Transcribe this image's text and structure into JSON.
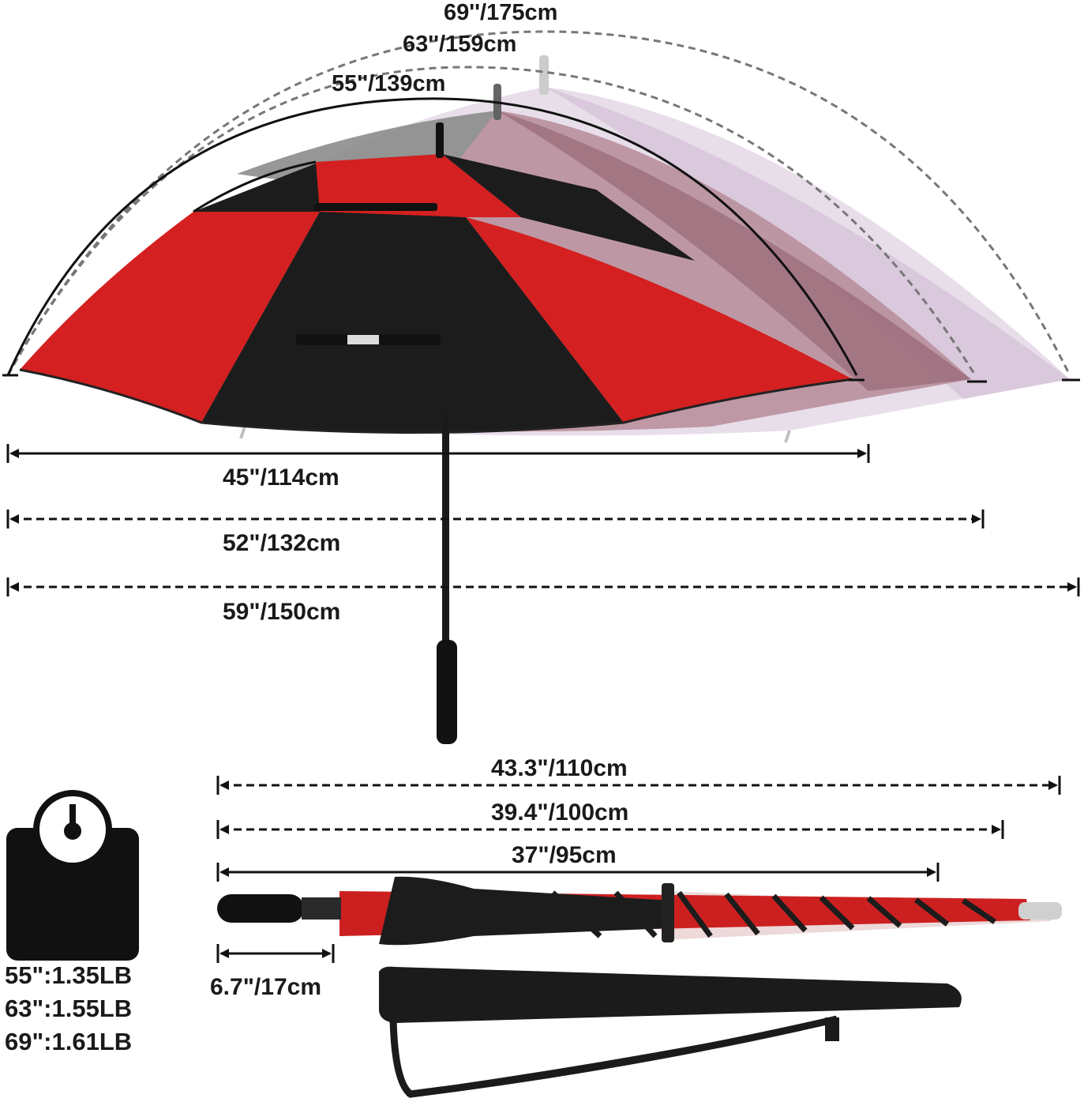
{
  "diagram": {
    "arc_labels": [
      "69''/175cm",
      "63''/159cm",
      "55''/139cm"
    ],
    "open_width_labels": [
      "45\"/114cm",
      "52\"/132cm",
      "59\"/150cm"
    ],
    "closed_length_labels": [
      "43.3\"/110cm",
      "39.4\"/100cm",
      "37\"/95cm"
    ],
    "handle_label": "6.7\"/17cm",
    "weights": [
      "55\":1.35LB",
      "63\":1.55LB",
      "69\":1.61LB"
    ],
    "colors": {
      "canopy_red": "#d42020",
      "canopy_black": "#1c1c1c",
      "ghost_mid": "#a86a7c",
      "ghost_light": "#d9c6db",
      "dimension_line": "#111111",
      "dashed_line": "#777777"
    }
  }
}
